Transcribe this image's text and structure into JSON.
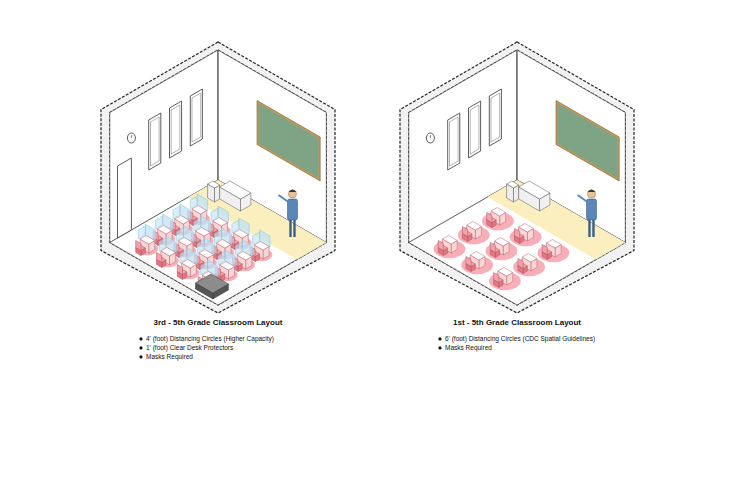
{
  "diagram": {
    "labels": [
      "3rd - 5th Grade Classroom Layout",
      "4' (foot) Distancing Circles (Higher Capacity)",
      "1' (foot) Clear Desk Protectors",
      "Masks Required",
      "1st - 5th Grade Classroom Layout",
      "6' (foot) Distancing Circles (CDC Spatial Guidelines)",
      "Masks Required"
    ]
  }
}
